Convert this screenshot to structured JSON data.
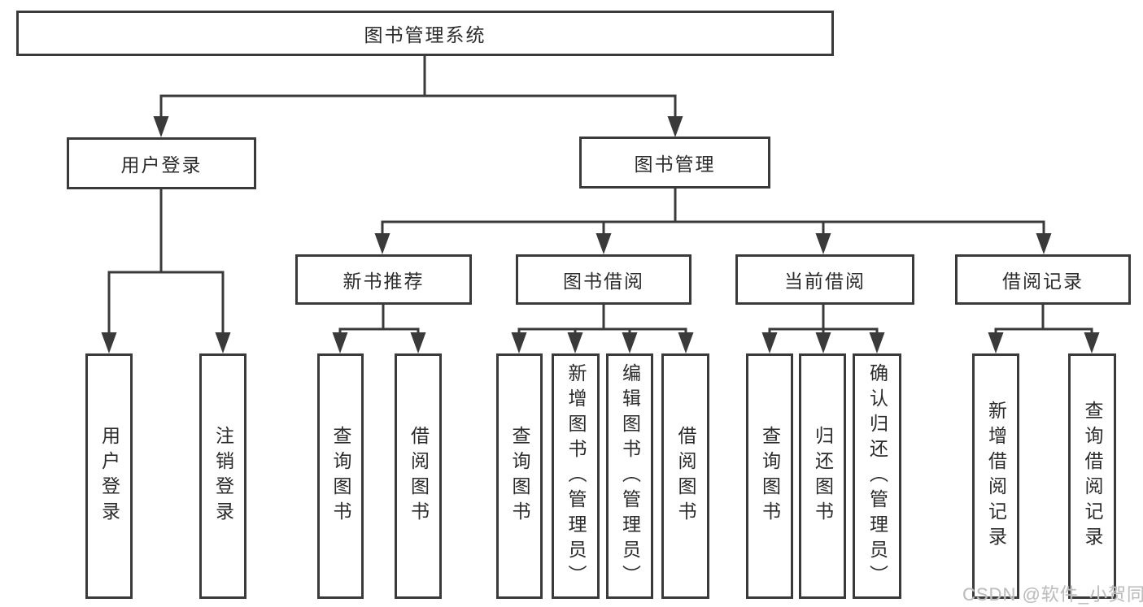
{
  "diagram": {
    "title": "图书管理系统",
    "nodes": {
      "root": {
        "label": "图书管理系统"
      },
      "level2": [
        {
          "label": "用户登录"
        },
        {
          "label": "图书管理"
        }
      ],
      "level3": [
        {
          "label": "新书推荐",
          "parent": "图书管理"
        },
        {
          "label": "图书借阅",
          "parent": "图书管理"
        },
        {
          "label": "当前借阅",
          "parent": "图书管理"
        },
        {
          "label": "借阅记录",
          "parent": "图书管理"
        }
      ],
      "leaves": [
        {
          "label": "用户登录",
          "parent": "用户登录"
        },
        {
          "label": "注销登录",
          "parent": "用户登录"
        },
        {
          "label": "查询图书",
          "parent": "新书推荐"
        },
        {
          "label": "借阅图书",
          "parent": "新书推荐"
        },
        {
          "label": "查询图书",
          "parent": "图书借阅"
        },
        {
          "label": "新增图书（管理员）",
          "parent": "图书借阅"
        },
        {
          "label": "编辑图书（管理员）",
          "parent": "图书借阅"
        },
        {
          "label": "借阅图书",
          "parent": "图书借阅"
        },
        {
          "label": "查询图书",
          "parent": "当前借阅"
        },
        {
          "label": "归还图书",
          "parent": "当前借阅"
        },
        {
          "label": "确认归还（管理员）",
          "parent": "当前借阅"
        },
        {
          "label": "新增借阅记录",
          "parent": "借阅记录"
        },
        {
          "label": "查询借阅记录",
          "parent": "借阅记录"
        }
      ]
    }
  },
  "watermark": "CSDN @软件_小贺同学",
  "colors": {
    "line": "#3a3a3a",
    "text": "#2b2b2b",
    "background": "#ffffff",
    "watermark": "#bdbdbd"
  }
}
